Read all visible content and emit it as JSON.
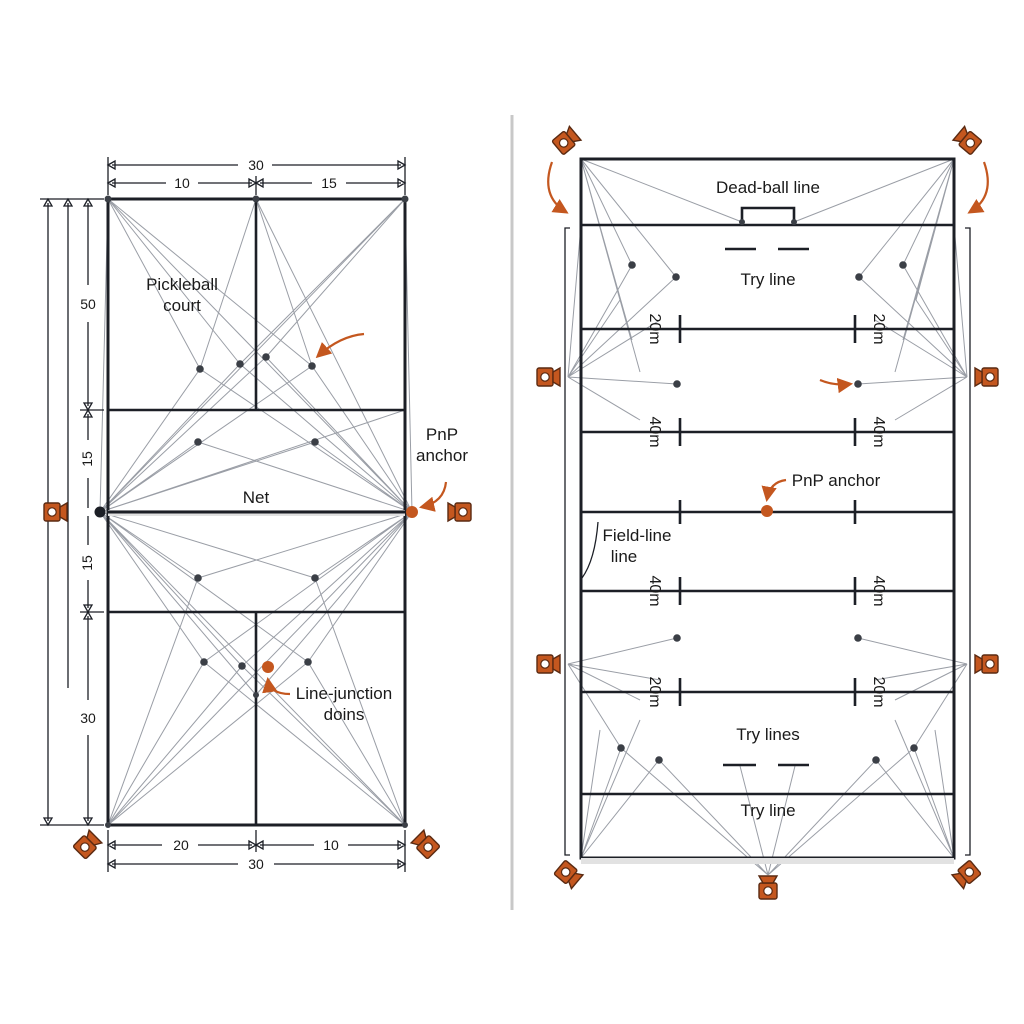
{
  "colors": {
    "accent": "#c4571f",
    "line": "#1c1f26",
    "ray": "#9a9ea6",
    "divider": "#c8c8c8"
  },
  "left_panel": {
    "court_label": [
      "Pickleball",
      "court"
    ],
    "net_label": "Net",
    "anchor_label": [
      "PnP",
      "anchor"
    ],
    "junction_label": [
      "Line-junction",
      "doins"
    ],
    "top_dims": {
      "total": "30",
      "left": "10",
      "right": "15"
    },
    "bottom_dims": {
      "total": "30",
      "left": "20",
      "right": "10"
    },
    "side_dims": [
      "50",
      "15",
      "15",
      "30"
    ]
  },
  "right_panel": {
    "dead_ball_label": "Dead-ball line",
    "try_line_top_label": "Try line",
    "try_lines_label": "Try lines",
    "try_line_bottom_label": "Try line",
    "anchor_label": "PnP anchor",
    "field_line_label": [
      "Field-line",
      "line"
    ],
    "yard_marks": [
      "20m",
      "40m",
      "40m",
      "20m"
    ]
  },
  "icons": [
    "camera-icon",
    "curved-arrow-icon"
  ]
}
